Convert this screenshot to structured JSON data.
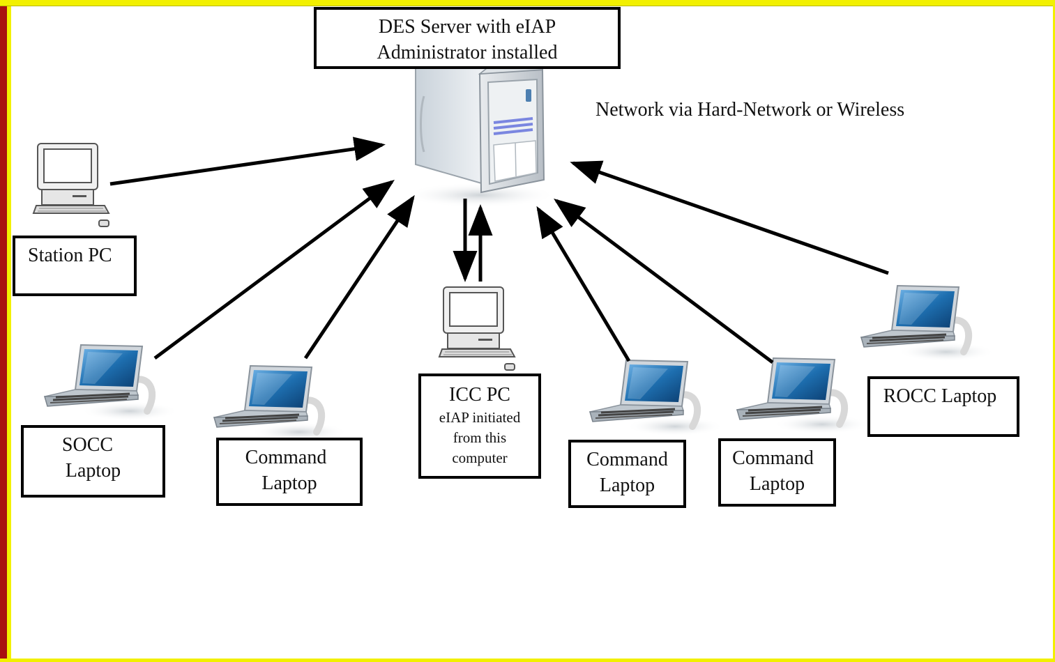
{
  "server": {
    "label_line1": "DES Server with eIAP",
    "label_line2": "Administrator installed"
  },
  "network_note": "Network via Hard-Network or Wireless",
  "station_pc": {
    "label": "Station PC"
  },
  "socc": {
    "label_line1": "SOCC",
    "label_line2": "Laptop"
  },
  "command1": {
    "label_line1": "Command",
    "label_line2": "Laptop"
  },
  "icc": {
    "title": "ICC PC",
    "line1": "eIAP initiated",
    "line2": "from this",
    "line3": "computer"
  },
  "command2": {
    "label_line1": "Command",
    "label_line2": "Laptop"
  },
  "command3": {
    "label_line1": "Command",
    "label_line2": "Laptop"
  },
  "rocc": {
    "label": "ROCC Laptop"
  },
  "colors": {
    "frame_red": "#a81010",
    "frame_yellow": "#f2f000",
    "screen_blue": "#1e6fb0",
    "arrow": "#000000"
  },
  "icons": {
    "server": "server-tower-icon",
    "desktop": "desktop-computer-icon",
    "laptop": "laptop-icon"
  }
}
